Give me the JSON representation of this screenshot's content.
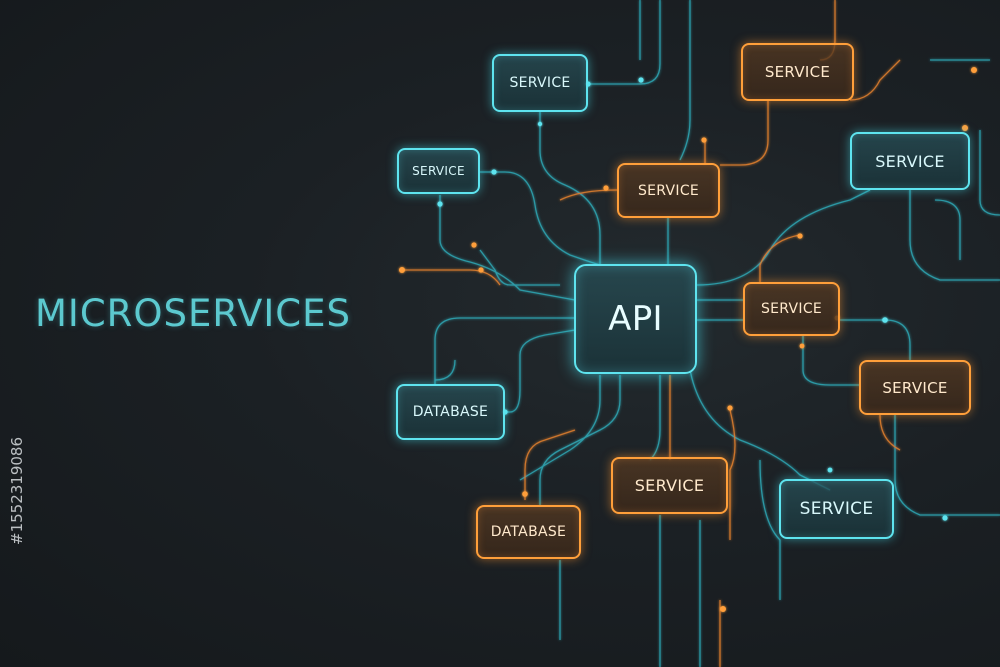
{
  "title": "MICROSERVICES",
  "watermark_id": "#1552319086",
  "colors": {
    "teal": "#5ee4ef",
    "orange": "#ff9f3a",
    "background": "#1b2024"
  },
  "diagram": {
    "hub": {
      "label": "API",
      "kind": "api",
      "color": "teal"
    },
    "nodes": [
      {
        "id": "svc-top-left",
        "label": "SERVICE",
        "kind": "service",
        "color": "teal"
      },
      {
        "id": "svc-top-orange",
        "label": "SERVICE",
        "kind": "service",
        "color": "orange"
      },
      {
        "id": "svc-left-small",
        "label": "SERVICE",
        "kind": "service",
        "color": "teal"
      },
      {
        "id": "svc-center-orange",
        "label": "SERVICE",
        "kind": "service",
        "color": "orange"
      },
      {
        "id": "svc-right-top",
        "label": "SERVICE",
        "kind": "service",
        "color": "teal"
      },
      {
        "id": "svc-right-mid",
        "label": "SERVICE",
        "kind": "service",
        "color": "orange"
      },
      {
        "id": "svc-right-lower",
        "label": "SERVICE",
        "kind": "service",
        "color": "orange"
      },
      {
        "id": "db-left",
        "label": "DATABASE",
        "kind": "database",
        "color": "teal"
      },
      {
        "id": "svc-bottom-orange",
        "label": "SERVICE",
        "kind": "service",
        "color": "orange"
      },
      {
        "id": "db-bottom",
        "label": "DATABASE",
        "kind": "database",
        "color": "orange"
      },
      {
        "id": "svc-bottom-right",
        "label": "SERVICE",
        "kind": "service",
        "color": "teal"
      }
    ]
  }
}
